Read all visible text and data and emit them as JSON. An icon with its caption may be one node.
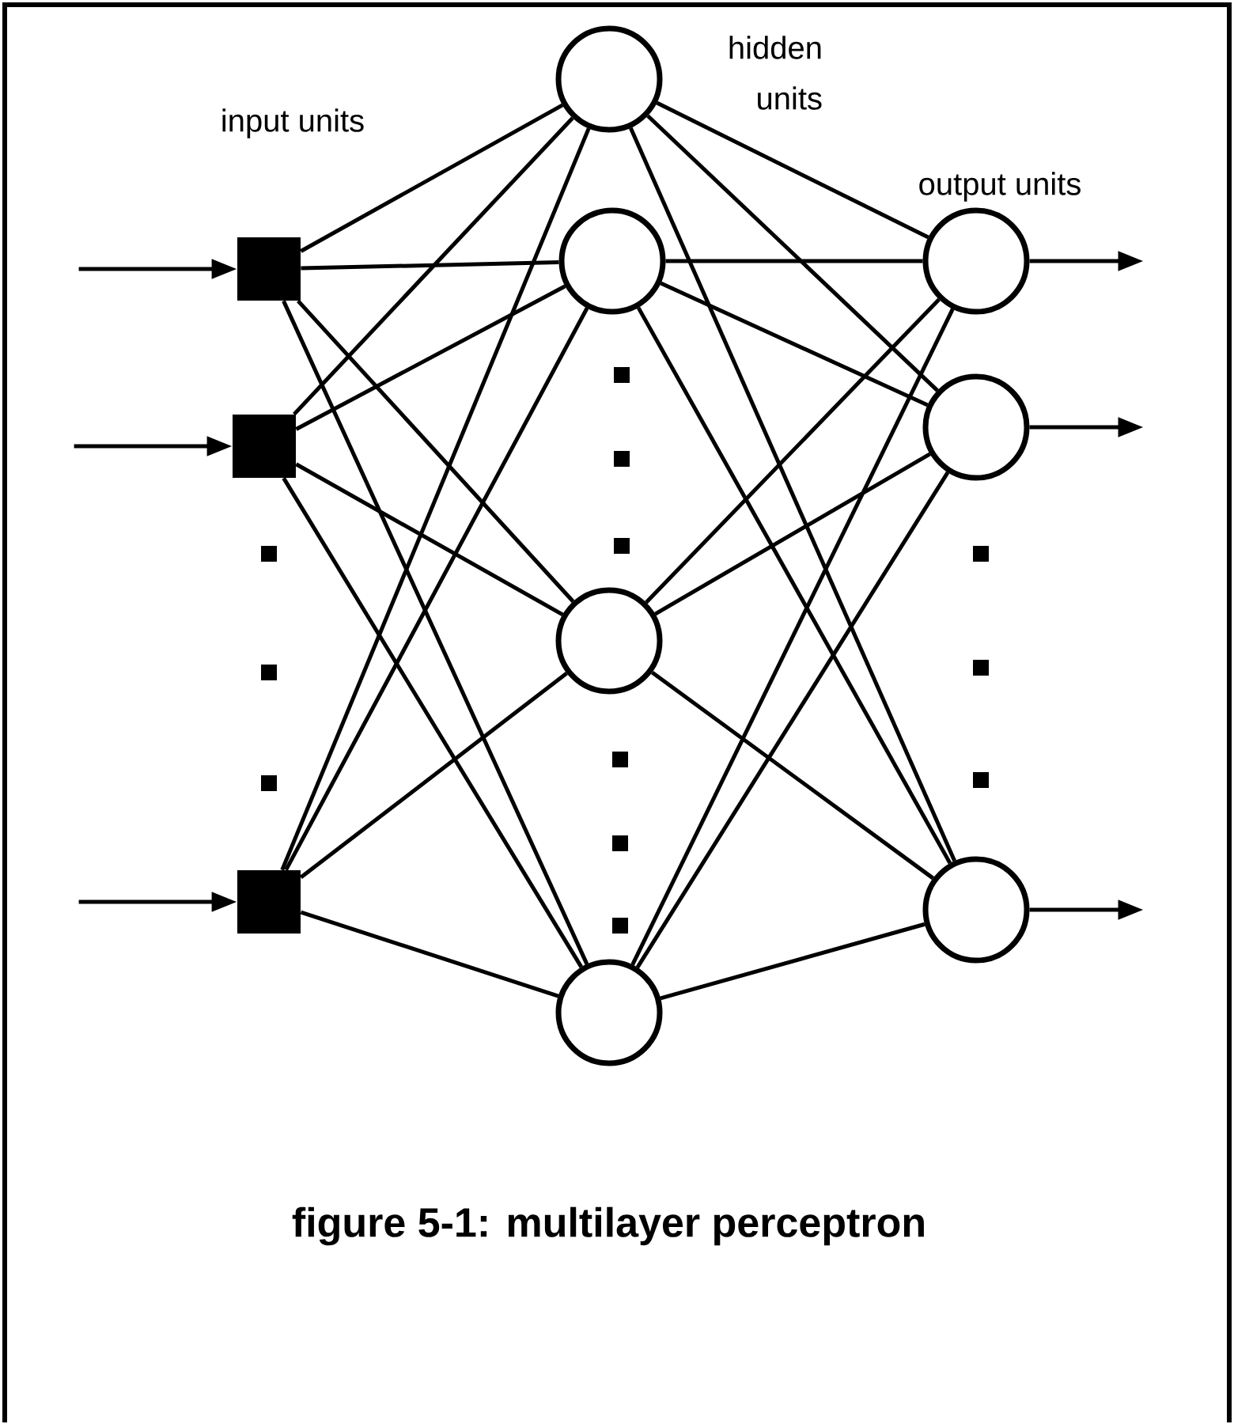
{
  "diagram": {
    "caption": "figure 5-1: multilayer perceptron",
    "nodes": [
      {
        "text": [],
        "shape": "box"
      },
      {
        "text": [],
        "shape": "box"
      },
      {
        "text": [],
        "shape": "box"
      },
      {
        "text": [],
        "shape": "circle"
      },
      {
        "text": [],
        "shape": "circle"
      },
      {
        "text": [],
        "shape": "circle"
      },
      {
        "text": [],
        "shape": "circle"
      },
      {
        "text": [],
        "shape": "circle"
      },
      {
        "text": [],
        "shape": "circle"
      },
      {
        "text": [],
        "shape": "circle"
      }
    ],
    "edges": [
      {
        "from": null,
        "to": 0,
        "arrow": "to"
      },
      {
        "from": null,
        "to": 1,
        "arrow": "to"
      },
      {
        "from": null,
        "to": 2,
        "arrow": "to"
      },
      {
        "from": 0,
        "to": 3,
        "arrow": "none"
      },
      {
        "from": 0,
        "to": 4,
        "arrow": "none"
      },
      {
        "from": 0,
        "to": 5,
        "arrow": "none"
      },
      {
        "from": 0,
        "to": 6,
        "arrow": "none"
      },
      {
        "from": 1,
        "to": 3,
        "arrow": "none"
      },
      {
        "from": 1,
        "to": 4,
        "arrow": "none"
      },
      {
        "from": 1,
        "to": 5,
        "arrow": "none"
      },
      {
        "from": 1,
        "to": 6,
        "arrow": "none"
      },
      {
        "from": 2,
        "to": 3,
        "arrow": "none"
      },
      {
        "from": 2,
        "to": 4,
        "arrow": "none"
      },
      {
        "from": 2,
        "to": 5,
        "arrow": "none"
      },
      {
        "from": 2,
        "to": 6,
        "arrow": "none"
      },
      {
        "from": 3,
        "to": 7,
        "arrow": "none"
      },
      {
        "from": 3,
        "to": 8,
        "arrow": "none"
      },
      {
        "from": 3,
        "to": 9,
        "arrow": "none"
      },
      {
        "from": 4,
        "to": 7,
        "arrow": "none"
      },
      {
        "from": 4,
        "to": 8,
        "arrow": "none"
      },
      {
        "from": 4,
        "to": 9,
        "arrow": "none"
      },
      {
        "from": 5,
        "to": 7,
        "arrow": "none"
      },
      {
        "from": 5,
        "to": 8,
        "arrow": "none"
      },
      {
        "from": 5,
        "to": 9,
        "arrow": "none"
      },
      {
        "from": 6,
        "to": 7,
        "arrow": "none"
      },
      {
        "from": 6,
        "to": 8,
        "arrow": "none"
      },
      {
        "from": 6,
        "to": 9,
        "arrow": "none"
      },
      {
        "from": 7,
        "to": null,
        "arrow": "to"
      },
      {
        "from": 8,
        "to": null,
        "arrow": "to"
      },
      {
        "from": 9,
        "to": null,
        "arrow": "to"
      }
    ],
    "labels": [
      "input units",
      "hidden units",
      "output units"
    ]
  }
}
